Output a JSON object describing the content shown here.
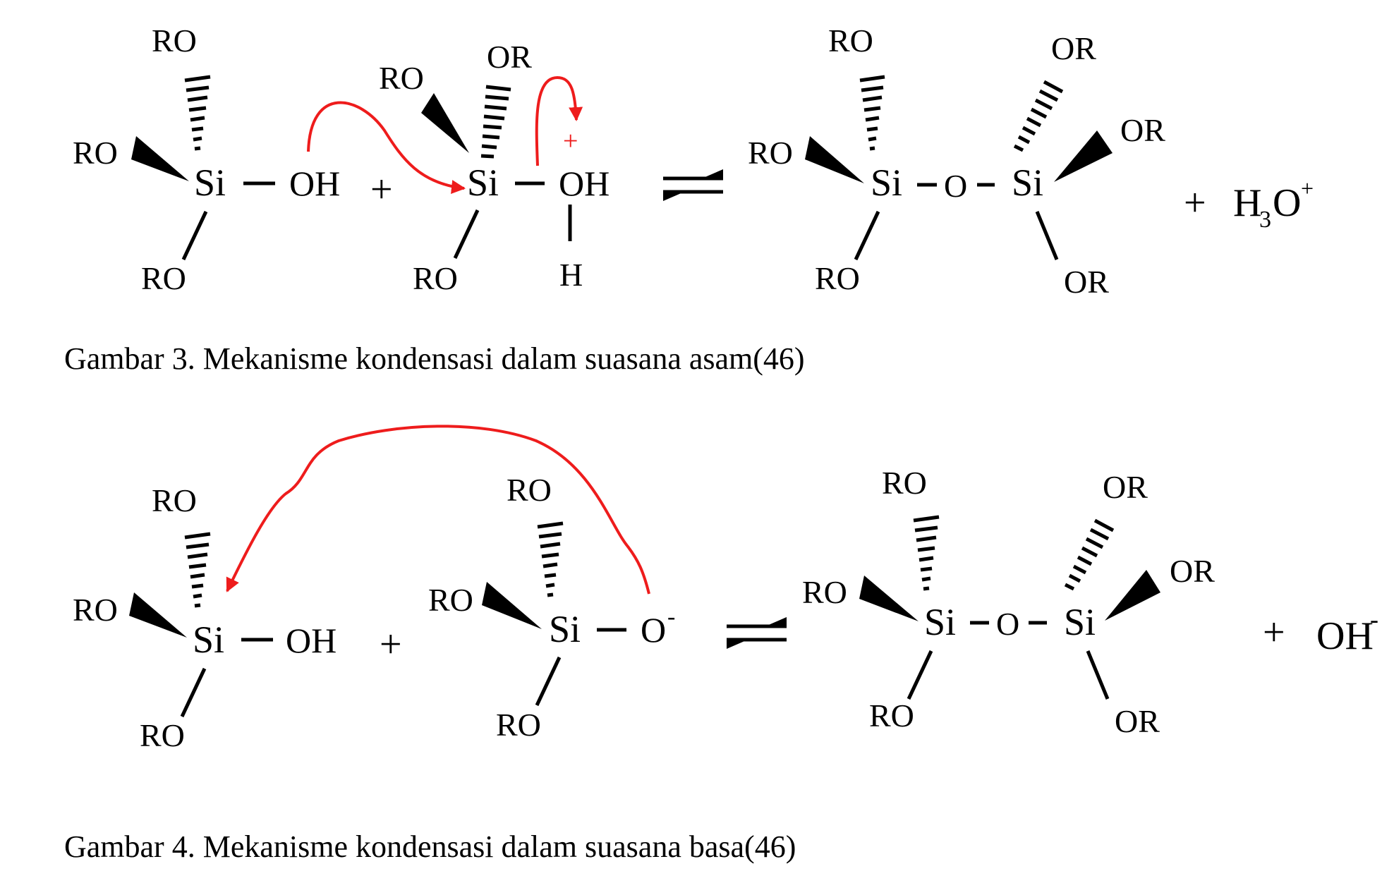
{
  "captions": {
    "acid": "Gambar 3. Mekanisme kondensasi dalam suasana asam(46)",
    "base": "Gambar 4. Mekanisme kondensasi dalam suasana basa(46)"
  },
  "labels": {
    "ro": "RO",
    "or": "OR",
    "si": "Si",
    "oh": "OH",
    "o": "O",
    "o_neg": "O",
    "minus": "-",
    "h": "H",
    "plus": "+",
    "plus_charge": "+",
    "h3o_h": "H",
    "h3o_sub": "3",
    "h3o_o": "O",
    "h3o_charge": "+",
    "oh_ion": "OH",
    "oh_ion_charge": "-"
  },
  "colors": {
    "bond": "#000000",
    "arrow": "#ee1c1c"
  }
}
